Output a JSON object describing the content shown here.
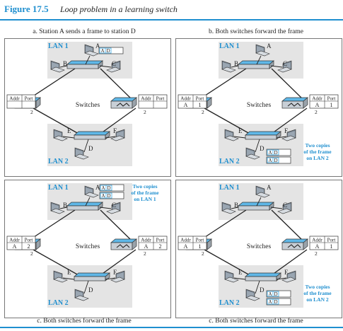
{
  "figure": {
    "label": "Figure 17.5",
    "title": "Loop problem in a learning switch"
  },
  "colors": {
    "accent": "#1f8fcf",
    "lan_bg": "#e4e4e4",
    "switch_top": "#5fb8e8",
    "switch_body": "#c8cfd6"
  },
  "common": {
    "lan1": "LAN 1",
    "lan2": "LAN 2",
    "switches": "Switches",
    "addr": "Addr",
    "port": "Port",
    "port1": "1",
    "port2": "2",
    "stations": [
      "A",
      "B",
      "C",
      "D",
      "E",
      "F"
    ],
    "frame_dst": "D",
    "frame_src": "A"
  },
  "panels": [
    {
      "caption": "a. Station A sends a frame to station D",
      "left_table": [
        "",
        ""
      ],
      "right_table": [
        "",
        ""
      ],
      "note": ""
    },
    {
      "caption": "b. Both switches forward the frame",
      "left_table": [
        "A",
        "1"
      ],
      "right_table": [
        "A",
        "1"
      ],
      "note": "Two copies\nof the frame\non LAN 2"
    },
    {
      "caption": "c. Both switches forward the frame",
      "left_table": [
        "A",
        "2"
      ],
      "right_table": [
        "A",
        "2"
      ],
      "note": "Two copies\nof the frame\non LAN 1"
    },
    {
      "caption": "c. Both switches forward the frame",
      "left_table": [
        "A",
        "1"
      ],
      "right_table": [
        "A",
        "1"
      ],
      "note": "Two copies\nof the frame\non LAN 2"
    }
  ]
}
